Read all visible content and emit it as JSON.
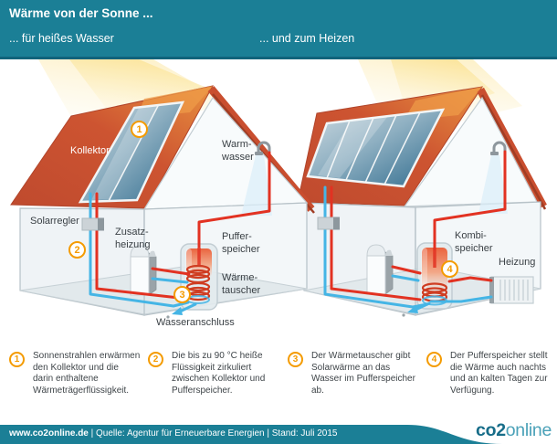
{
  "header": {
    "title": "Wärme von der Sonne ...",
    "subtitle_left": "... für heißes Wasser",
    "subtitle_right": "... und zum Heizen"
  },
  "diagram": {
    "labels": {
      "kollektor": "Kollektor",
      "warmwasser": "Warm-\nwasser",
      "solarregler": "Solarregler",
      "zusatzheizung": "Zusatz-\nheizung",
      "pufferspeicher": "Puffer-\nspeicher",
      "waermetauscher": "Wärme-\ntauscher",
      "wasseranschluss": "Wasseranschluss",
      "kombispeicher": "Kombi-\nspeicher",
      "heizung": "Heizung"
    },
    "markers": {
      "m1": "1",
      "m2": "2",
      "m3": "3",
      "m4": "4"
    }
  },
  "legend": {
    "items": [
      {
        "number": "1",
        "text": "Sonnenstrahlen erwärmen den Kollektor und die darin enthaltene Wärmeträgerflüssigkeit."
      },
      {
        "number": "2",
        "text": "Die bis zu 90 °C heiße Flüssigkeit zirkuliert zwischen Kollektor und Pufferspeicher."
      },
      {
        "number": "3",
        "text": "Der Wärmetauscher gibt Solarwärme an das Wasser im Pufferspeicher ab."
      },
      {
        "number": "4",
        "text": "Der Pufferspeicher stellt die Wärme auch nachts und an kalten Tagen zur Verfügung."
      }
    ]
  },
  "footer": {
    "source_bold": "www.co2online.de",
    "source_rest": " | Quelle: Agentur für Erneuerbare Energien | Stand: Juli 2015",
    "logo_bold": "co2",
    "logo_light": "online"
  },
  "colors": {
    "teal": "#1b7f96",
    "teal_dark": "#11637b",
    "accent_orange": "#f49b00",
    "pipe_red": "#e23222",
    "pipe_blue": "#45b5e5",
    "roof_red": "#c94e2f",
    "logo_dark": "#176d89",
    "logo_light": "#4aa1b8"
  }
}
